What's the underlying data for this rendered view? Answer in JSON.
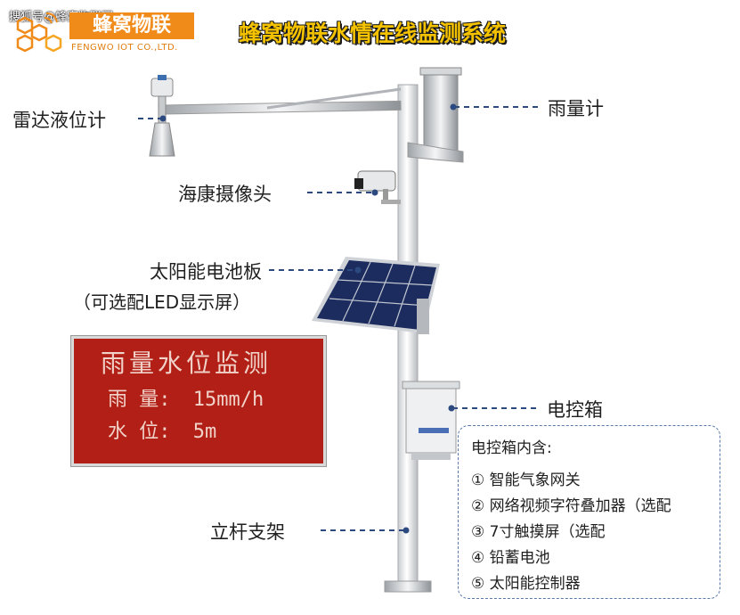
{
  "watermark": "搜狐号@蜂窝物联网",
  "logo": {
    "name_cn": "蜂窝物联",
    "name_en": "FENGWO IOT CO.,LTD."
  },
  "title": "蜂窝物联水情在线监测系统",
  "labels": {
    "radar": "雷达液位计",
    "rain_gauge": "雨量计",
    "camera": "海康摄像头",
    "solar_line1": "太阳能电池板",
    "solar_line2": "（可选配LED显示屏）",
    "control_box": "电控箱",
    "pole": "立杆支架"
  },
  "led_display": {
    "title": "雨量水位监测",
    "rain_label": "雨 量:",
    "rain_value": "15mm/h",
    "water_label": "水 位:",
    "water_value": "5m"
  },
  "control_box_contents": {
    "title": "电控箱内含:",
    "items": [
      "① 智能气象网关",
      "② 网络视频字符叠加器（选配",
      "③ 7寸触摸屏（选配",
      "④ 铅蓄电池",
      "⑤ 太阳能控制器"
    ]
  },
  "colors": {
    "title": "#f5c200",
    "brand": "#f08a19",
    "led": "#b11f16",
    "dash": "#2c4a80"
  }
}
